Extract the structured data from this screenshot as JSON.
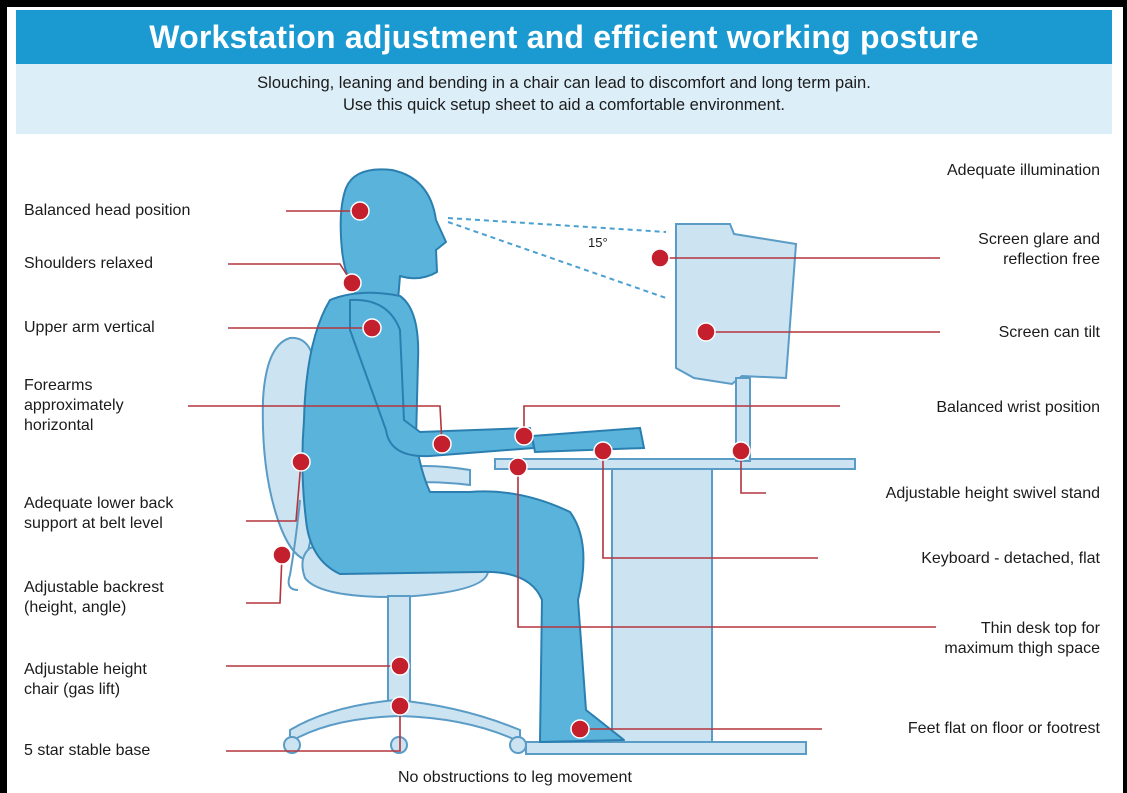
{
  "header": {
    "title": "Workstation adjustment and efficient working posture",
    "subtitle_line1": "Slouching, leaning and bending in a chair can lead to discomfort and long term pain.",
    "subtitle_line2": "Use this quick setup sheet to aid a comfortable environment."
  },
  "labels_left": {
    "head": "Balanced head position",
    "shoulders": "Shoulders relaxed",
    "upper_arm": "Upper arm vertical",
    "forearms_1": "Forearms",
    "forearms_2": "approximately",
    "forearms_3": "horizontal",
    "lower_back_1": "Adequate lower back",
    "lower_back_2": "support at belt level",
    "backrest_1": "Adjustable backrest",
    "backrest_2": "(height, angle)",
    "chair_height_1": "Adjustable height",
    "chair_height_2": "chair (gas lift)",
    "base": "5 star stable base"
  },
  "labels_right": {
    "illumination": "Adequate illumination",
    "glare_1": "Screen glare and",
    "glare_2": "reflection free",
    "tilt": "Screen can tilt",
    "wrist": "Balanced wrist position",
    "swivel": "Adjustable height swivel stand",
    "keyboard": "Keyboard - detached, flat",
    "desk_1": "Thin desk top for",
    "desk_2": "maximum thigh space",
    "feet": "Feet flat on floor or footrest"
  },
  "angle_label": "15°",
  "footer_note": "No obstructions to leg movement",
  "colors": {
    "banner": "#1b9ad2",
    "subpanel": "#dceef8",
    "body_fill": "#5ab3db",
    "body_outline": "#2a7fb0",
    "furniture_fill": "#cce3f1",
    "marker": "#c31f2c",
    "leader": "#b3343d"
  },
  "icons": [
    "marker-dot-icon"
  ]
}
